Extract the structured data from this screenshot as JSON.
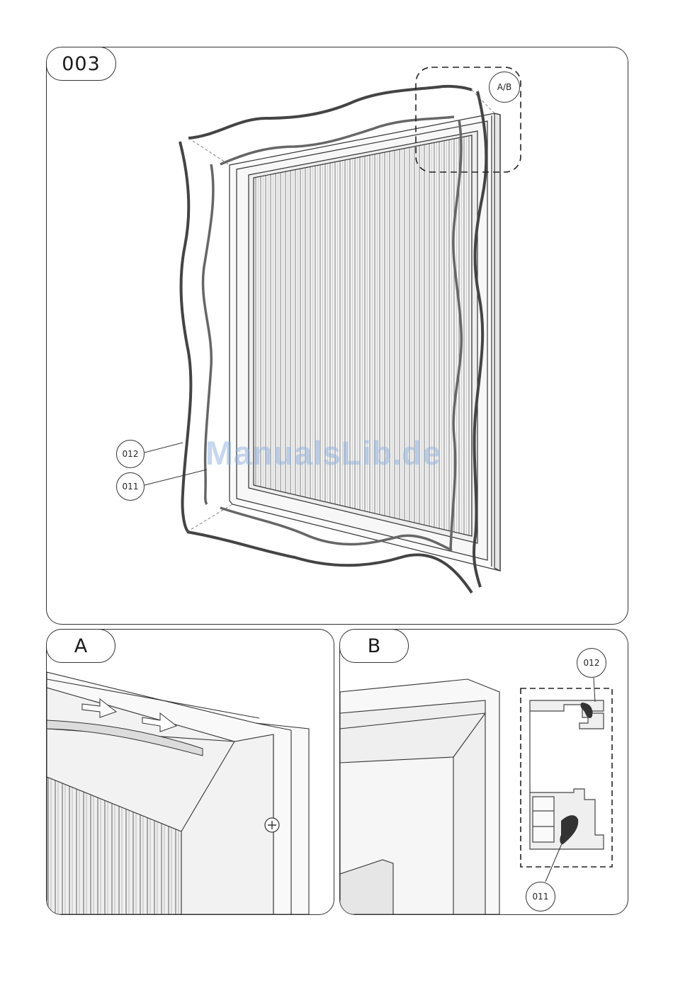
{
  "panels": {
    "main": {
      "label": "003"
    },
    "detail_a": {
      "label": "A"
    },
    "detail_b": {
      "label": "B"
    }
  },
  "callouts": {
    "detail_ref": "A/B",
    "part_outer": "012",
    "part_inner": "011",
    "b_part_outer": "012",
    "b_part_inner": "011"
  },
  "watermark": "ManualsLib.de",
  "colors": {
    "line": "#333333",
    "gasket": "#555555",
    "hatch": "#9a9a9a",
    "watermark": "#8fb1e0"
  }
}
